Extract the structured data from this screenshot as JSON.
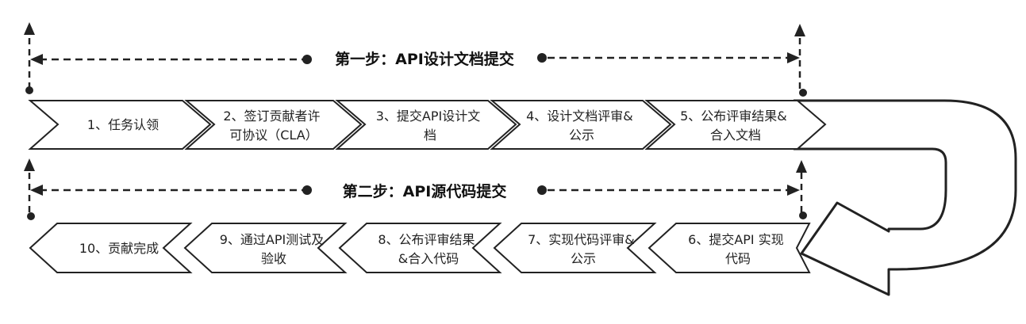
{
  "stages": [
    {
      "title": "第一步：API设计文档提交"
    },
    {
      "title": "第二步：API源代码提交"
    }
  ],
  "steps_row1": [
    {
      "lines": [
        "1、任务认领"
      ]
    },
    {
      "lines": [
        "2、签订贡献者许",
        "可协议（CLA）"
      ]
    },
    {
      "lines": [
        "3、提交API设计文",
        "档"
      ]
    },
    {
      "lines": [
        "4、设计文档评审&",
        "公示"
      ]
    },
    {
      "lines": [
        "5、公布评审结果&",
        "合入文档"
      ]
    }
  ],
  "steps_row2": [
    {
      "lines": [
        "10、贡献完成"
      ]
    },
    {
      "lines": [
        "9、通过API测试及",
        "验收"
      ]
    },
    {
      "lines": [
        "8、公布评审结果",
        "&合入代码"
      ]
    },
    {
      "lines": [
        "7、实现代码评审&",
        "公示"
      ]
    },
    {
      "lines": [
        "6、提交API 实现",
        "代码"
      ]
    }
  ]
}
